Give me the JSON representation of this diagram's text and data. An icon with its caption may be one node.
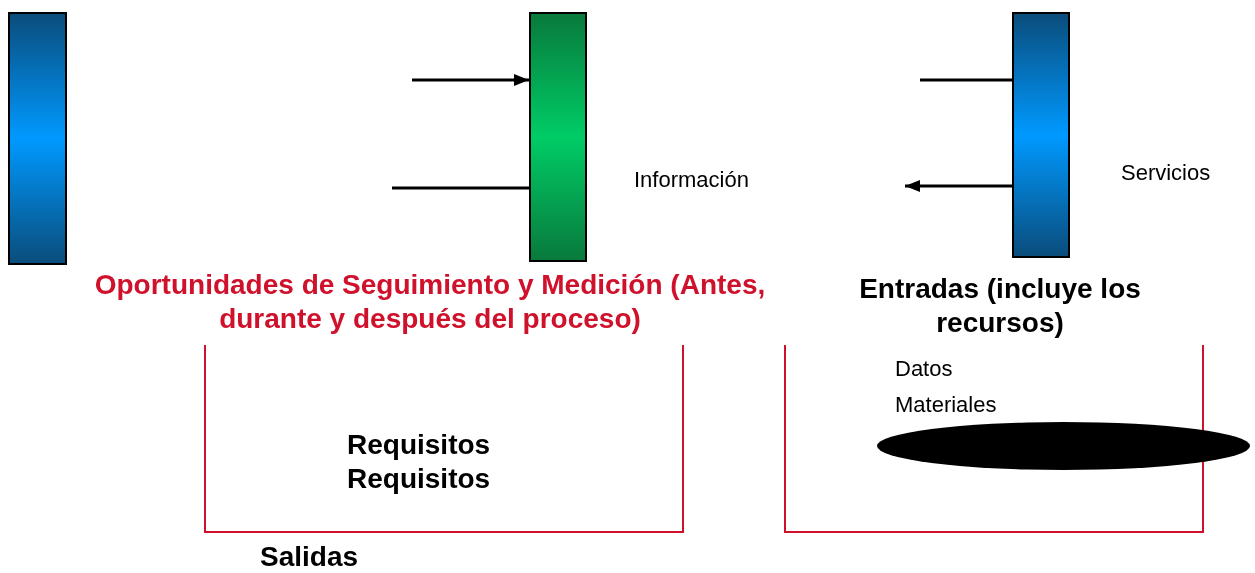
{
  "diagram": {
    "nodes": [
      {
        "text": [],
        "shape": "bar"
      },
      {
        "text": [],
        "shape": "bar"
      },
      {
        "text": [],
        "shape": "bar"
      },
      {
        "text": [],
        "shape": "ellipse"
      }
    ],
    "edges": [
      {
        "from": null,
        "to": 1,
        "arrow": "to"
      },
      {
        "from": null,
        "to": 1,
        "arrow": "none"
      },
      {
        "from": null,
        "to": 2,
        "arrow": "none"
      },
      {
        "from": 2,
        "to": null,
        "arrow": "to"
      }
    ],
    "labels": [
      "Información",
      "Servicios",
      "Oportunidades de Seguimiento y Medición (Antes, durante y después del proceso)",
      "Entradas (incluye los recursos)",
      "Datos",
      "Materiales",
      "Requisitos",
      "Requisitos",
      "Salidas"
    ]
  }
}
